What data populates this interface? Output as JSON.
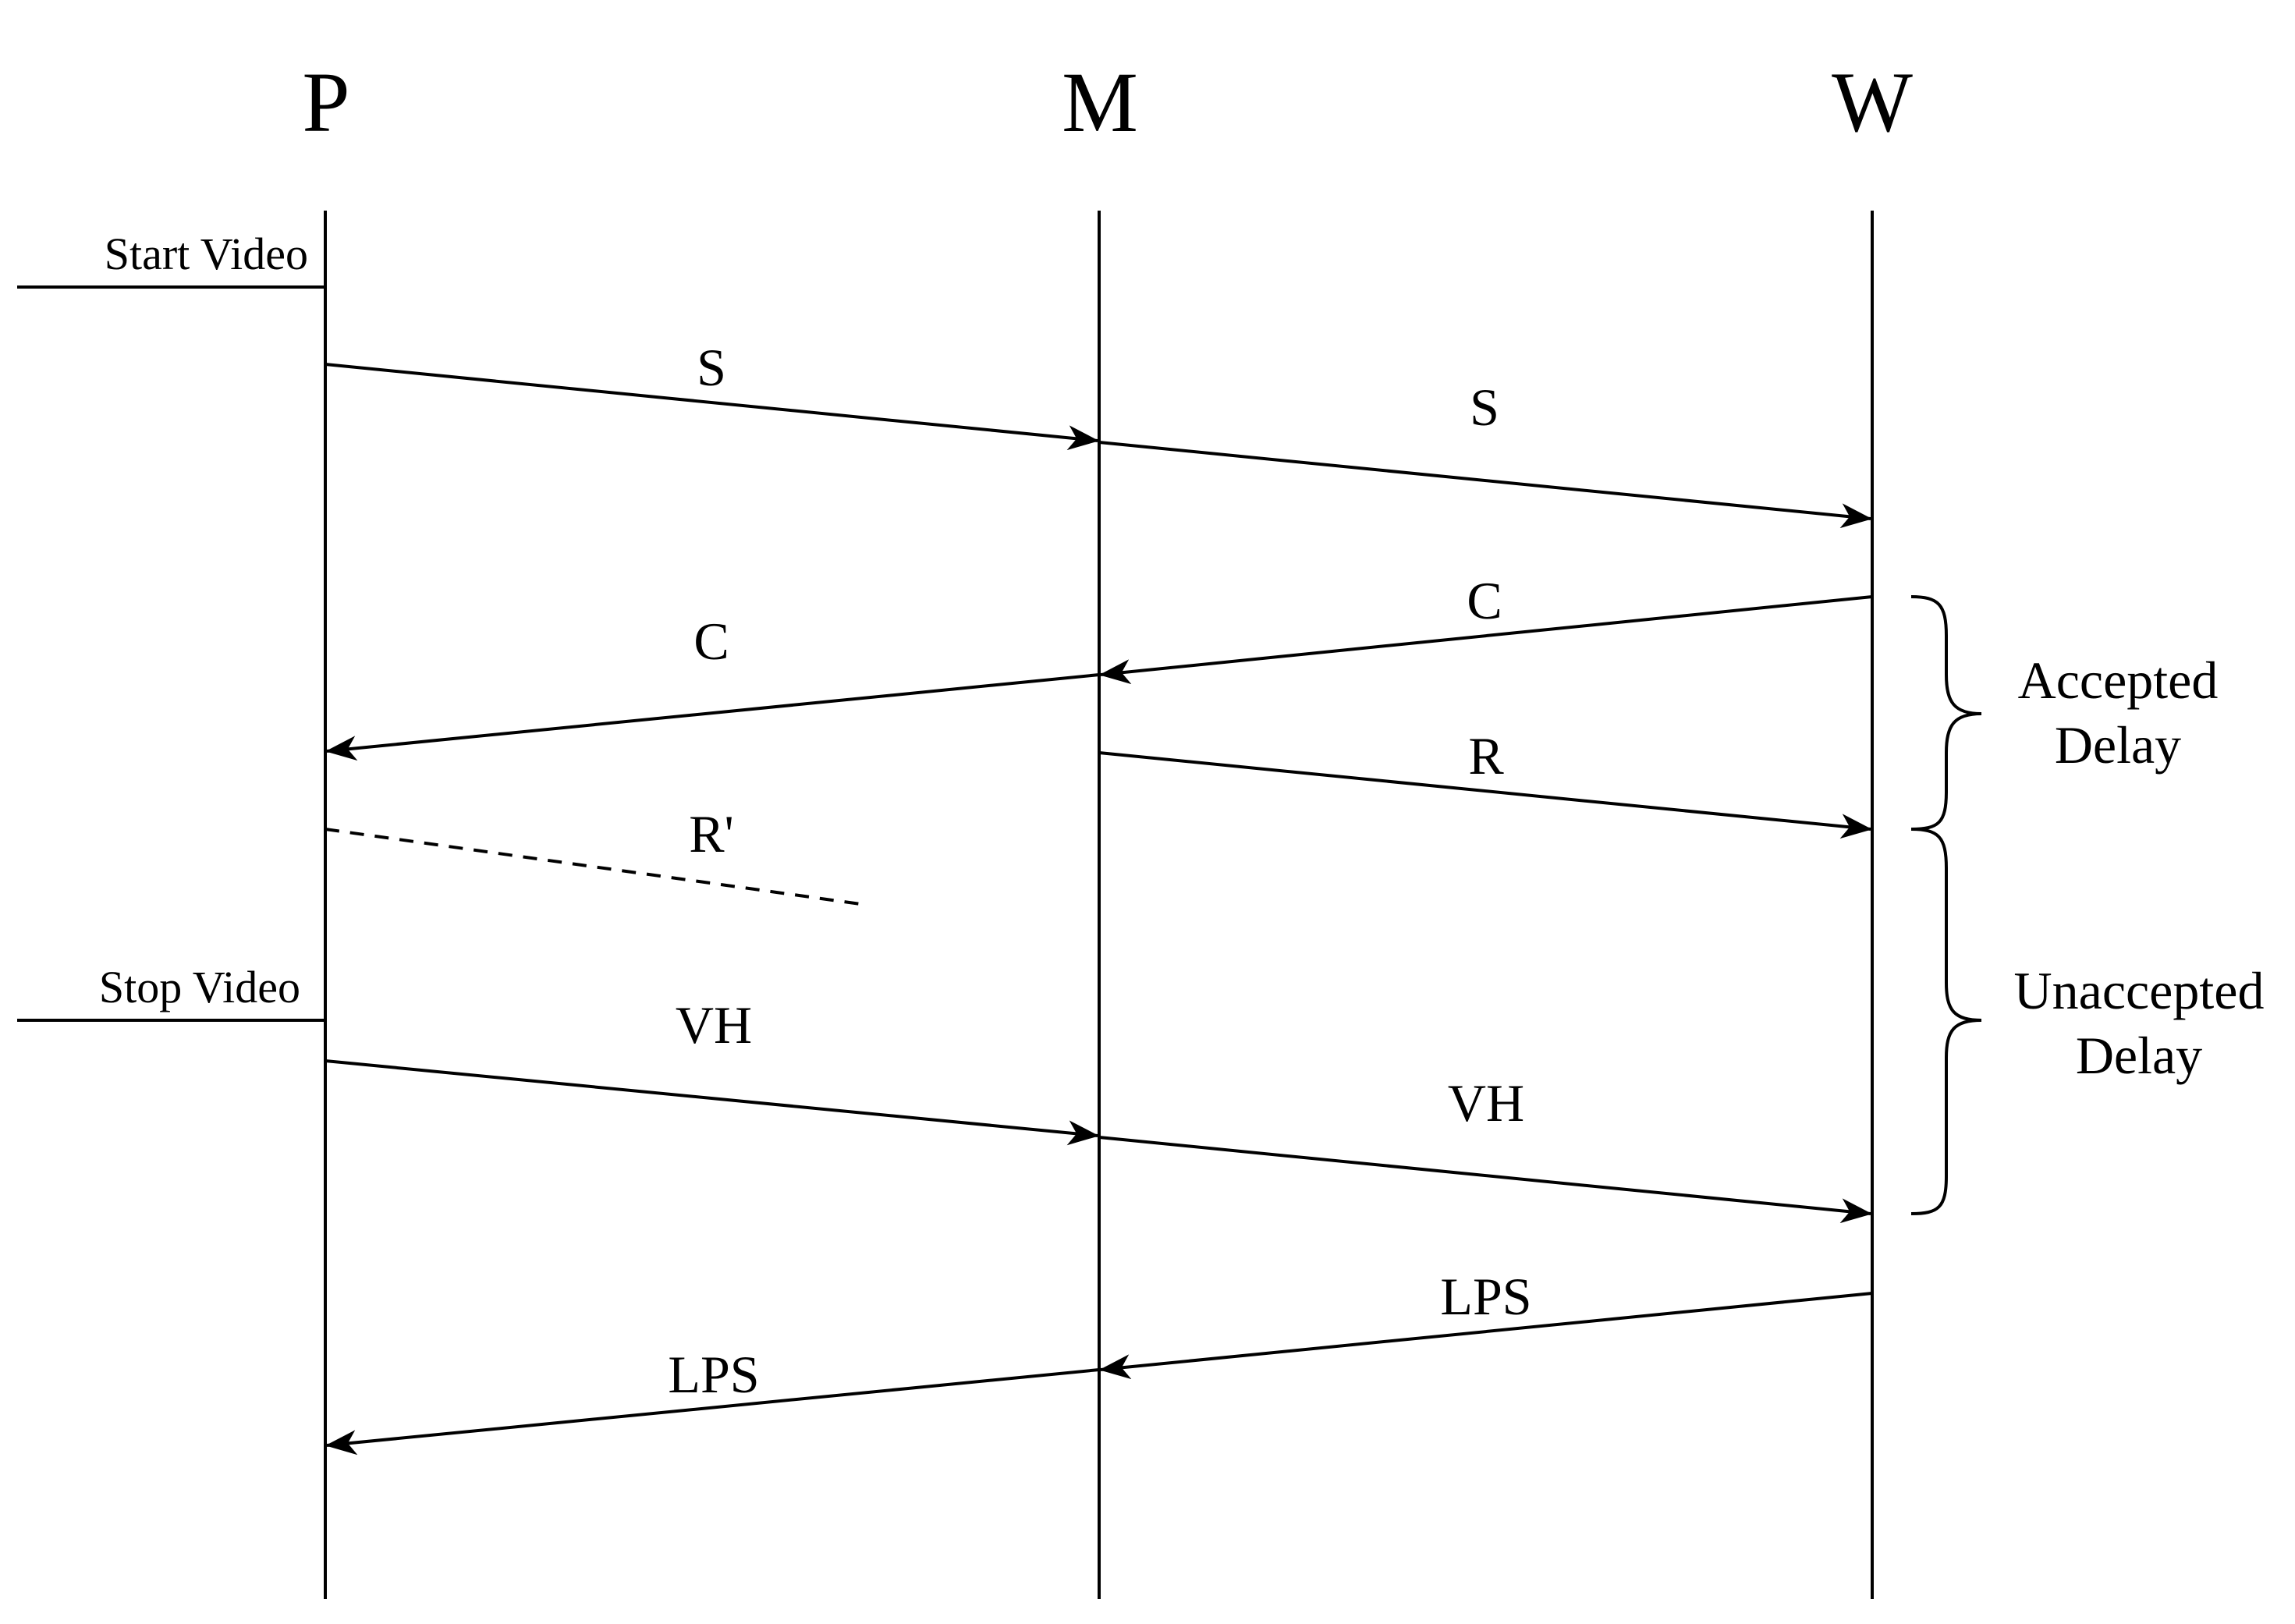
{
  "actors": [
    {
      "id": "P",
      "label": "P"
    },
    {
      "id": "M",
      "label": "M"
    },
    {
      "id": "W",
      "label": "W"
    }
  ],
  "events": {
    "start": "Start Video",
    "stop": "Stop Video"
  },
  "messages": [
    {
      "id": "s1",
      "label": "S",
      "from": "P",
      "to": "M",
      "style": "solid"
    },
    {
      "id": "s2",
      "label": "S",
      "from": "M",
      "to": "W",
      "style": "solid"
    },
    {
      "id": "c1",
      "label": "C",
      "from": "W",
      "to": "M",
      "style": "solid"
    },
    {
      "id": "c2",
      "label": "C",
      "from": "M",
      "to": "P",
      "style": "solid"
    },
    {
      "id": "r",
      "label": "R",
      "from": "M",
      "to": "W",
      "style": "solid"
    },
    {
      "id": "rp",
      "label": "R'",
      "from": "P",
      "to": "M",
      "style": "dashed",
      "incomplete": true
    },
    {
      "id": "vh1",
      "label": "VH",
      "from": "P",
      "to": "M",
      "style": "solid"
    },
    {
      "id": "vh2",
      "label": "VH",
      "from": "M",
      "to": "W",
      "style": "solid"
    },
    {
      "id": "lps1",
      "label": "LPS",
      "from": "W",
      "to": "M",
      "style": "solid"
    },
    {
      "id": "lps2",
      "label": "LPS",
      "from": "M",
      "to": "P",
      "style": "solid"
    }
  ],
  "braces": {
    "accepted": {
      "line1": "Accepted",
      "line2": "Delay"
    },
    "unaccepted": {
      "line1": "Unaccepted",
      "line2": "Delay"
    }
  }
}
